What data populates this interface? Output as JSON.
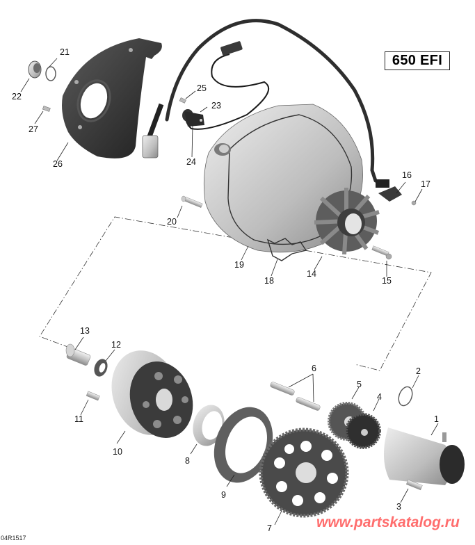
{
  "diagram": {
    "title_badge": "650 EFI",
    "reference_code": "04R1517",
    "watermark": "www.partskatalog.ru",
    "colors": {
      "background": "#ffffff",
      "part_dark": "#2b2b2b",
      "part_mid": "#7d7d7d",
      "part_light": "#d4d4d4",
      "watermark": "#ff6d6d",
      "line": "#222222"
    },
    "callouts": [
      {
        "id": "1",
        "label": "1",
        "part": "starter-motor"
      },
      {
        "id": "2",
        "label": "2",
        "part": "o-ring-starter"
      },
      {
        "id": "3",
        "label": "3",
        "part": "starter-screw"
      },
      {
        "id": "4",
        "label": "4",
        "part": "starter-drive-gear"
      },
      {
        "id": "5",
        "label": "5",
        "part": "intermediate-gear"
      },
      {
        "id": "6",
        "label": "6",
        "part": "gear-shafts"
      },
      {
        "id": "7",
        "label": "7",
        "part": "sprag-clutch-gear"
      },
      {
        "id": "8",
        "label": "8",
        "part": "sprag-clutch"
      },
      {
        "id": "9",
        "label": "9",
        "part": "clutch-housing"
      },
      {
        "id": "10",
        "label": "10",
        "part": "rotor-flywheel"
      },
      {
        "id": "11",
        "label": "11",
        "part": "rotor-screw"
      },
      {
        "id": "12",
        "label": "12",
        "part": "washer"
      },
      {
        "id": "13",
        "label": "13",
        "part": "rotor-bolt"
      },
      {
        "id": "14",
        "label": "14",
        "part": "stator"
      },
      {
        "id": "15",
        "label": "15",
        "part": "stator-screw"
      },
      {
        "id": "16",
        "label": "16",
        "part": "wire-clamp"
      },
      {
        "id": "17",
        "label": "17",
        "part": "clamp-screw"
      },
      {
        "id": "18",
        "label": "18",
        "part": "gasket"
      },
      {
        "id": "19",
        "label": "19",
        "part": "magneto-cover"
      },
      {
        "id": "20",
        "label": "20",
        "part": "cover-screw"
      },
      {
        "id": "21",
        "label": "21",
        "part": "o-ring-plug"
      },
      {
        "id": "22",
        "label": "22",
        "part": "plug"
      },
      {
        "id": "23",
        "label": "23",
        "part": "crankshaft-position-sensor"
      },
      {
        "id": "24",
        "label": "24",
        "part": "sensor-o-ring"
      },
      {
        "id": "25",
        "label": "25",
        "part": "sensor-screw"
      },
      {
        "id": "26",
        "label": "26",
        "part": "magneto-cover-shield"
      },
      {
        "id": "27",
        "label": "27",
        "part": "shield-screw"
      }
    ]
  }
}
